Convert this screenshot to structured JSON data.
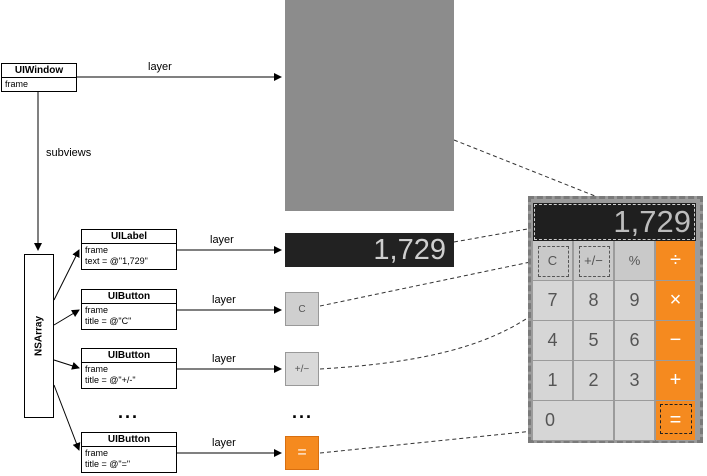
{
  "uiwindow": {
    "title": "UIWindow",
    "fields": [
      "frame"
    ]
  },
  "edges": {
    "layer": "layer",
    "subviews": "subviews"
  },
  "nsarray": "NSArray",
  "objects": [
    {
      "title": "UILabel",
      "fields": [
        "frame",
        "text = @\"1,729\""
      ]
    },
    {
      "title": "UIButton",
      "fields": [
        "frame",
        "title = @\"C\""
      ]
    },
    {
      "title": "UIButton",
      "fields": [
        "frame",
        "title = @\"+/-\""
      ]
    },
    {
      "title": "UIButton",
      "fields": [
        "frame",
        "title = @\"=\""
      ]
    }
  ],
  "ellipsis": "...",
  "layers": {
    "display_text": "1,729",
    "c": "C",
    "plusminus": "+/−",
    "equals": "="
  },
  "calculator": {
    "display": "1,729",
    "keys": [
      "C",
      "+/−",
      "%",
      "÷",
      "7",
      "8",
      "9",
      "×",
      "4",
      "5",
      "6",
      "−",
      "1",
      "2",
      "3",
      "+",
      "0",
      "",
      "="
    ]
  },
  "colors": {
    "operator": "#f58a1f",
    "display": "#222222",
    "window_layer": "#8c8c8c"
  }
}
